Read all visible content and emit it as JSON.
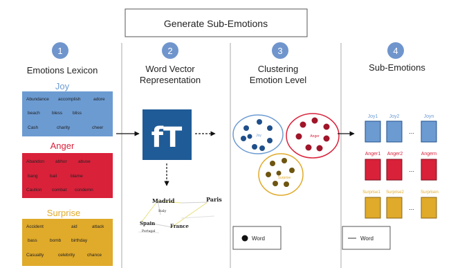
{
  "header": {
    "title": "Generate Sub-Emotions"
  },
  "steps": [
    {
      "number": "1",
      "title": "Emotions Lexicon"
    },
    {
      "number": "2",
      "title_line1": "Word Vector",
      "title_line2": "Representation"
    },
    {
      "number": "3",
      "title_line1": "Clustering",
      "title_line2": "Emotion Level"
    },
    {
      "number": "4",
      "title": "Sub-Emotions"
    }
  ],
  "lexicon": {
    "joy": {
      "label": "Joy",
      "color": "#6c9bd2",
      "rows": [
        [
          "Abundance",
          "accomplish",
          "adore"
        ],
        [
          "beach",
          "bless",
          "bliss"
        ],
        [
          "Cash",
          "charity",
          "cheer"
        ]
      ]
    },
    "anger": {
      "label": "Anger",
      "color": "#d9213a",
      "rows": [
        [
          "Abandon",
          "abhor",
          "abuse"
        ],
        [
          "bang",
          "bail",
          "blame"
        ],
        [
          "Caution",
          "combat",
          "condemn"
        ]
      ]
    },
    "surprise": {
      "label": "Surprise",
      "color": "#e0aa2a",
      "rows": [
        [
          "Accident",
          "aid",
          "attack"
        ],
        [
          "bass",
          "bomb",
          "birthday"
        ],
        [
          "Casualty",
          "celebrity",
          "chance"
        ]
      ]
    }
  },
  "word_vector": {
    "logo_text": "fT",
    "logo_color": "#1f5b96",
    "words": [
      "Madrid",
      "Paris",
      "Italy",
      "Spain",
      "France",
      "Portugal"
    ]
  },
  "clustering": {
    "clusters": [
      {
        "label": "Joy",
        "color": "#6c9bd2"
      },
      {
        "label": "Anger",
        "color": "#d9213a"
      },
      {
        "label": "Surprise",
        "color": "#e0aa2a"
      }
    ],
    "legend": "Word"
  },
  "sub_emotions": {
    "rows": [
      {
        "labels": [
          "Joy1",
          "Joy2",
          "Joyn"
        ],
        "color": "#6c9bd2"
      },
      {
        "labels": [
          "Anger1",
          "Anger2",
          "Angern"
        ],
        "color": "#d9213a"
      },
      {
        "labels": [
          "Surprise1",
          "Surprise2",
          "Surprisen"
        ],
        "color": "#e0aa2a"
      }
    ],
    "ellipsis": "...",
    "legend": "Word"
  }
}
